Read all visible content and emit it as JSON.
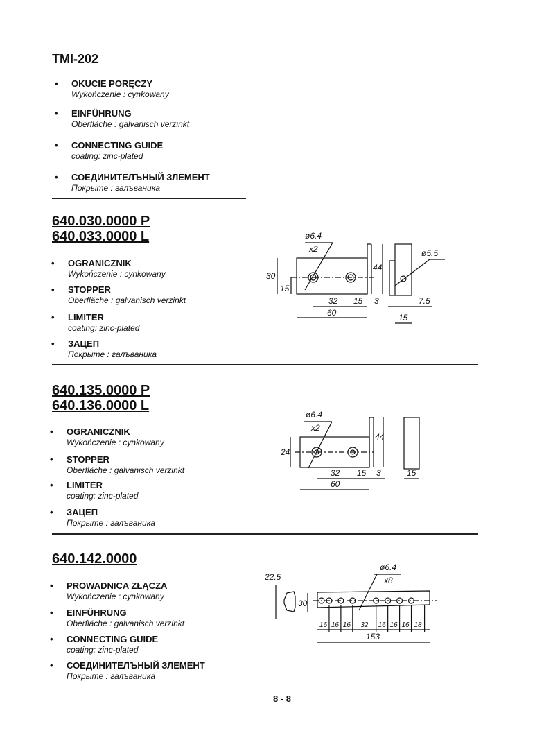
{
  "sections": [
    {
      "titles": [
        "TMI-202"
      ],
      "items": [
        {
          "label": "OKUCIE PORĘCZY",
          "sub": "Wykończenie : cynkowany"
        },
        {
          "label": "EINFÜHRUNG",
          "sub": "Oberfläche : galvanisch verzinkt"
        },
        {
          "label": "CONNECTING GUIDE",
          "sub": "coating: zinc-plated"
        },
        {
          "label": "СОЕДИНИТЕЛЪНЫЙ ЗЛЕМЕНТ",
          "sub": "Покрыте : галъваника"
        }
      ]
    },
    {
      "titles": [
        "640.030.0000 P",
        "640.033.0000 L"
      ],
      "items": [
        {
          "label": "OGRANICZNIK",
          "sub": "Wykończenie : cynkowany"
        },
        {
          "label": "STOPPER",
          "sub": "Oberfläche : galvanisch verzinkt"
        },
        {
          "label": "LIMITER",
          "sub": "coating: zinc-plated"
        },
        {
          "label": "ЗАЦЕП",
          "sub": "Покрыте : галъваника"
        }
      ]
    },
    {
      "titles": [
        "640.135.0000 P",
        "640.136.0000 L"
      ],
      "items": [
        {
          "label": "OGRANICZNIK",
          "sub": "Wykończenie : cynkowany"
        },
        {
          "label": "STOPPER",
          "sub": "Oberfläche : galvanisch verzinkt"
        },
        {
          "label": "LIMITER",
          "sub": "coating: zinc-plated"
        },
        {
          "label": "ЗАЦЕП",
          "sub": "Покрыте : галъваника"
        }
      ]
    },
    {
      "titles": [
        "640.142.0000"
      ],
      "items": [
        {
          "label": "PROWADNICA ZŁĄCZA",
          "sub": "Wykończenie : cynkowany"
        },
        {
          "label": "EINFÜHRUNG",
          "sub": "Oberfläche : galvanisch verzinkt"
        },
        {
          "label": "CONNECTING GUIDE",
          "sub": "coating: zinc-plated"
        },
        {
          "label": "СОЕДИНИТЕЛЪНЫЙ ЗЛЕМЕНТ",
          "sub": "Покрыте : галъваника"
        }
      ]
    }
  ],
  "drawings": {
    "d1": {
      "hole": "ø6.4",
      "count": "x2",
      "h30": "30",
      "h15": "15",
      "h44": "44",
      "w32": "32",
      "w15": "15",
      "w3": "3",
      "w60": "60",
      "hole2": "ø5.5",
      "w75": "7.5",
      "w15b": "15"
    },
    "d2": {
      "hole": "ø6.4",
      "count": "x2",
      "h24": "24",
      "h44": "44",
      "w32": "32",
      "w15": "15",
      "w3": "3",
      "w60": "60",
      "w15b": "15"
    },
    "d3": {
      "hole": "ø6.4",
      "count": "x8",
      "h225": "22.5",
      "h30": "30",
      "spacings": [
        "16",
        "16",
        "16",
        "32",
        "16",
        "16",
        "16",
        "18"
      ],
      "total": "153"
    }
  },
  "bullet": "•",
  "page_number": "8 - 8"
}
